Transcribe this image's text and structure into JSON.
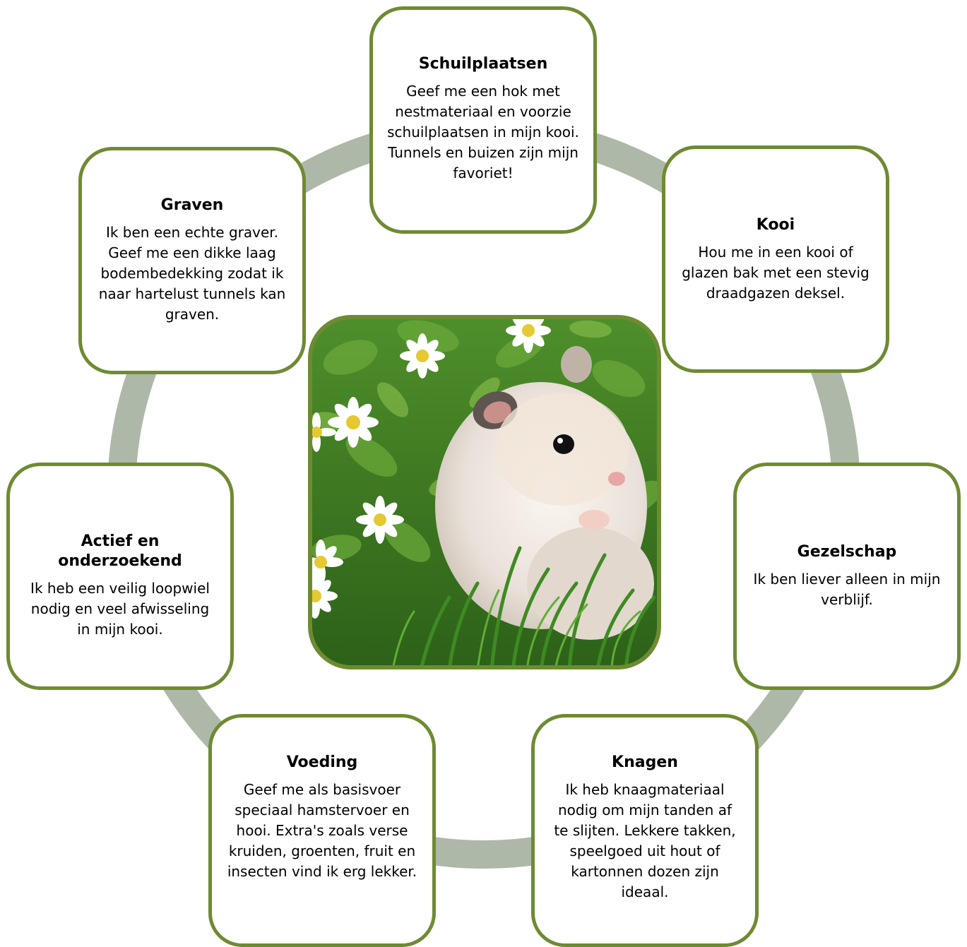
{
  "cards": {
    "schuilplaatsen": {
      "title": "Schuilplaatsen",
      "text": "Geef me een hok met nestmateriaal en voorzie schuilplaatsen in mijn kooi. Tunnels en buizen zijn mijn favoriet!"
    },
    "graven": {
      "title": "Graven",
      "text": "Ik ben een echte graver. Geef me een dikke laag bodembedekking zodat ik naar hartelust tunnels kan graven."
    },
    "kooi": {
      "title": "Kooi",
      "text": "Hou me in een kooi of glazen bak met een stevig draadgazen deksel."
    },
    "actief": {
      "title": "Actief en onderzoekend",
      "text": "Ik heb een veilig loopwiel nodig en veel afwisseling in mijn kooi."
    },
    "gezelschap": {
      "title": "Gezelschap",
      "text": "Ik ben liever alleen in mijn verblijf."
    },
    "voeding": {
      "title": "Voeding",
      "text": "Geef me als basisvoer speciaal hamstervoer en hooi. Extra's zoals verse kruiden, groenten, fruit en insecten vind ik erg lekker."
    },
    "knagen": {
      "title": "Knagen",
      "text": "Ik heb knaagmateriaal nodig om mijn tanden af te slijten. Lekkere takken, speelgoed uit hout of kartonnen dozen zijn ideaal."
    }
  },
  "colors": {
    "card_border": "#6e8b32",
    "ring": "#aeb8a8",
    "grass_dark": "#2f6a1e",
    "grass_light": "#6fae3a",
    "daisy_petal": "#ffffff",
    "daisy_center": "#e4c933",
    "hamster_fur": "#f0e9e2"
  },
  "icons": {
    "photo": "hamster-photo"
  }
}
